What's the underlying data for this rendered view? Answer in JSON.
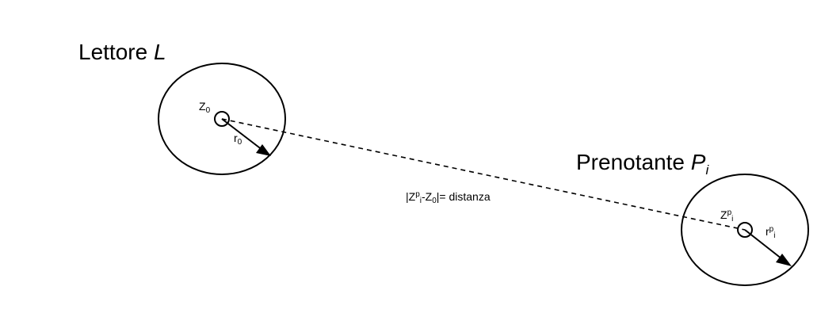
{
  "reader": {
    "title": "Lettore",
    "title_symbol": "L",
    "center_label": "Z",
    "center_sub": "0",
    "radius_label": "r",
    "radius_sub": "0"
  },
  "booker": {
    "title": "Prenotante",
    "title_symbol": "P",
    "title_sub": "i",
    "center_label": "Z",
    "center_sup": "p",
    "center_sub": "i",
    "radius_label": "r",
    "radius_sup": "p",
    "radius_sub": "i"
  },
  "distance": {
    "prefix": "|Z",
    "sup": "p",
    "sub1": "i",
    "middle": "-Z",
    "sub2": "0",
    "suffix": "|= distanza"
  },
  "colors": {
    "stroke": "#000000",
    "background": "#ffffff"
  }
}
